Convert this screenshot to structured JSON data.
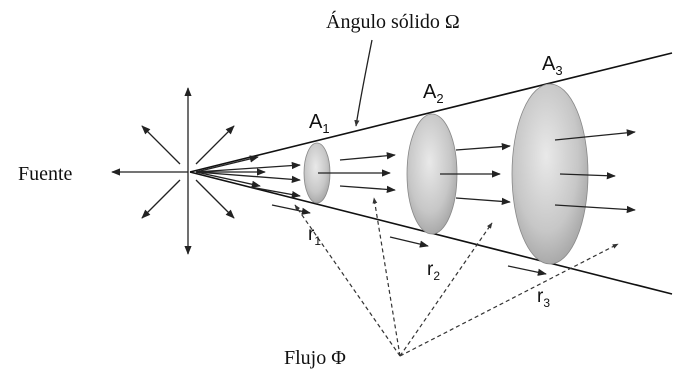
{
  "labels": {
    "solid_angle": "Ángulo sólido Ω",
    "source": "Fuente",
    "flux": "Flujo Φ",
    "areas": [
      {
        "letter": "A",
        "sub": "1"
      },
      {
        "letter": "A",
        "sub": "2"
      },
      {
        "letter": "A",
        "sub": "3"
      }
    ],
    "radii": [
      {
        "letter": "r",
        "sub": "1"
      },
      {
        "letter": "r",
        "sub": "2"
      },
      {
        "letter": "r",
        "sub": "3"
      }
    ]
  },
  "icons": {
    "source_rays": "radiating-arrows",
    "areas": "ellipse-cross-sections"
  }
}
